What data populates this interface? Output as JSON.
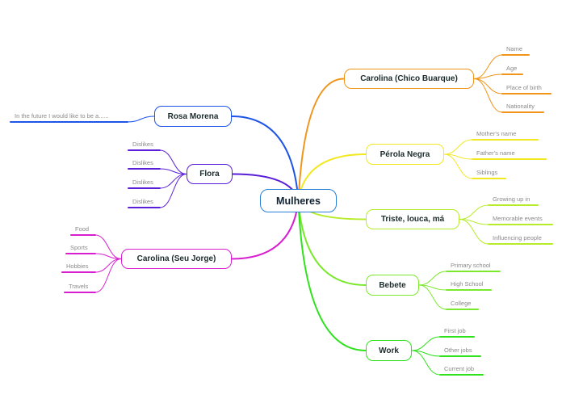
{
  "root": {
    "label": "Mulheres",
    "color": "#2a7fd8"
  },
  "branches": [
    {
      "id": "rosa",
      "label": "Rosa Morena",
      "color": "#1e55e8",
      "leaves": [
        "In the future I would like to be a......"
      ]
    },
    {
      "id": "flora",
      "label": "Flora",
      "color": "#5a1fd8",
      "leaves": [
        "Dislikes",
        "Dislikes",
        "Dislikes",
        "Dislikes"
      ]
    },
    {
      "id": "seujorge",
      "label": "Carolina (Seu Jorge)",
      "color": "#d81fd0",
      "leaves": [
        "Food",
        "Sports",
        "Hobbies",
        "Travels"
      ]
    },
    {
      "id": "chico",
      "label": "Carolina (Chico Buarque)",
      "color": "#f0941a",
      "leaves": [
        "Name",
        "Age",
        "Place of birth",
        "Nationality"
      ]
    },
    {
      "id": "perola",
      "label": "Pérola Negra",
      "color": "#f2e820",
      "leaves": [
        "Mother's name",
        "Father's name",
        "Siblings"
      ]
    },
    {
      "id": "triste",
      "label": "Triste, louca, má",
      "color": "#b6ec2a",
      "leaves": [
        "Growing up in",
        "Memorable events",
        "Influencing people"
      ]
    },
    {
      "id": "bebete",
      "label": "Bebete",
      "color": "#7ae82c",
      "leaves": [
        "Primary school",
        "High School",
        "College"
      ]
    },
    {
      "id": "work",
      "label": "Work",
      "color": "#2ee21c",
      "leaves": [
        "First job",
        "Other jobs",
        "Current job"
      ]
    }
  ]
}
